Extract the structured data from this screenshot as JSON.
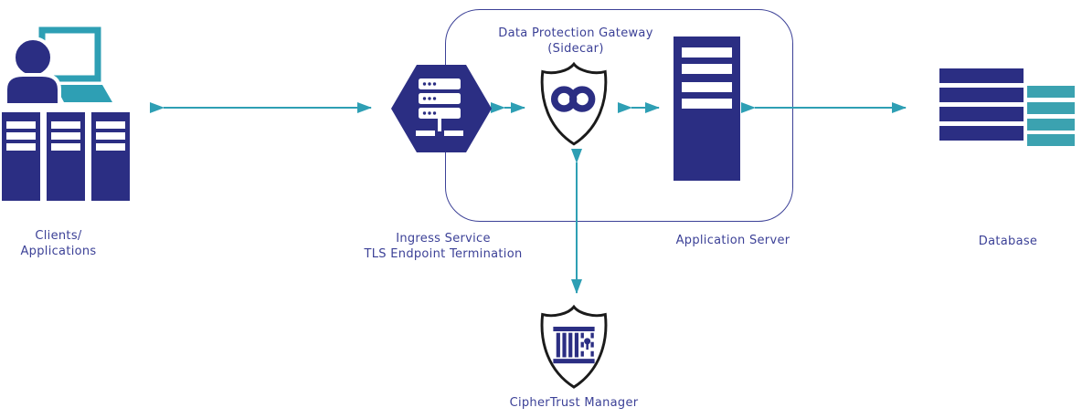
{
  "diagram": {
    "type": "architecture-diagram",
    "nodes": {
      "clients": {
        "line1": "Clients/",
        "line2": "Applications",
        "icon": "person-laptop-and-server-towers-icon"
      },
      "ingress": {
        "line1": "Ingress Service",
        "line2": "TLS Endpoint Termination",
        "icon": "hexagon-server-icon"
      },
      "gateway": {
        "line1": "Data Protection Gateway",
        "line2": "(Sidecar)",
        "icon": "shield-infinity-icon"
      },
      "app_server": {
        "label": "Application Server",
        "icon": "server-rack-icon"
      },
      "database": {
        "line1": "Database",
        "icon": "database-stack-icon"
      },
      "ciphertrust": {
        "label": "CipherTrust Manager",
        "icon": "shield-vault-lock-icon"
      }
    },
    "container": {
      "name": "sidecar-boundary-box",
      "contains": [
        "gateway",
        "app_server"
      ]
    },
    "connections": [
      {
        "from": "clients",
        "to": "ingress",
        "type": "bidirectional-arrow"
      },
      {
        "from": "ingress",
        "to": "gateway",
        "type": "bidirectional-arrow"
      },
      {
        "from": "gateway",
        "to": "app_server",
        "type": "bidirectional-arrow"
      },
      {
        "from": "app_server",
        "to": "database",
        "type": "bidirectional-arrow"
      },
      {
        "from": "gateway",
        "to": "ciphertrust",
        "type": "bidirectional-arrow"
      }
    ],
    "colors": {
      "navy": "#2B2E83",
      "teal_arrow": "#2E9FB4",
      "teal_light": "#3BA2B0",
      "text_navy": "#3C4197",
      "container_border": "#3C4197",
      "shield_outline": "#1B1B1B",
      "background": "#FFFFFF"
    }
  }
}
